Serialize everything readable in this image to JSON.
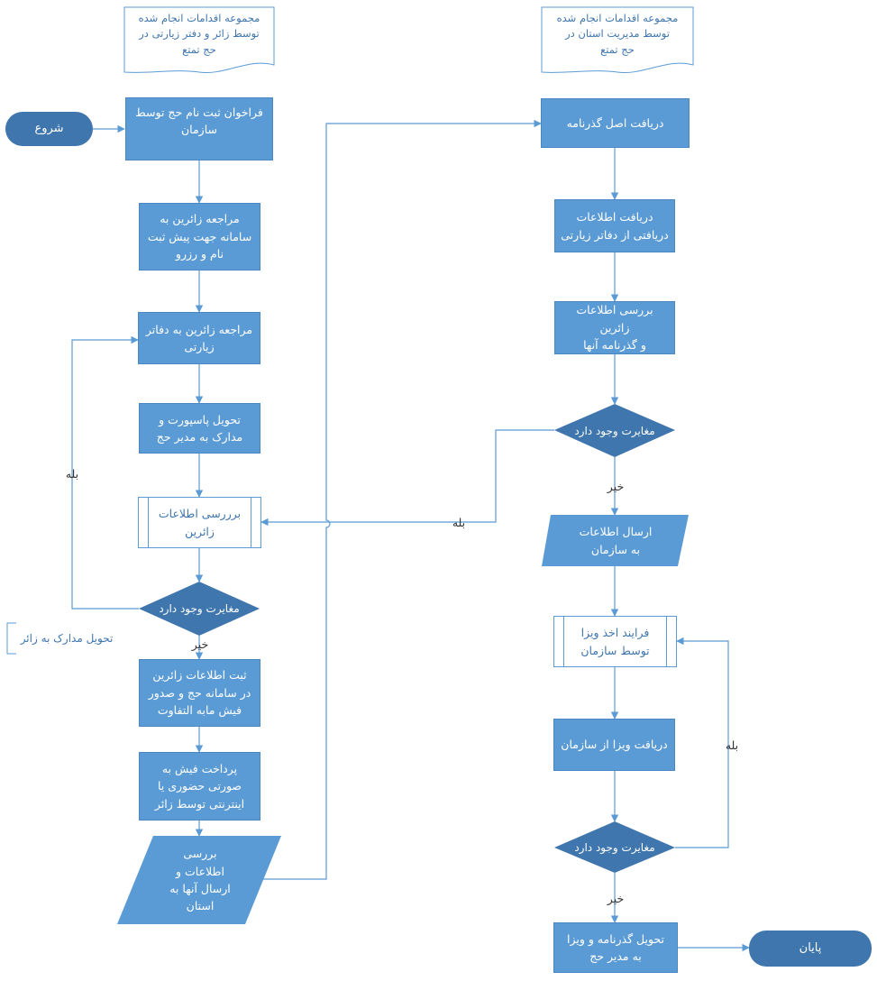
{
  "left_header": "مجموعه اقدامات انجام شده\nتوسط زائر و دفتر زیارتی در\nحج تمتع",
  "right_header": "مجموعه اقدامات انجام شده\nتوسط مدیریت استان در\nحج تمتع",
  "start": "شروع",
  "end": "پایان",
  "left": {
    "n1": "فراخوان ثبت نام حج توسط\nسازمان",
    "n2": "مراجعه زائرین به\nسامانه جهت پیش ثبت\nنام و رزرو",
    "n3": "مراجعه زائرین به دفاتر\nزیارتی",
    "n4": "تحویل پاسپورت و\nمدارک به مدیر حج",
    "n5": "برررسی اطلاعات\nزائرین",
    "d1": "مغایرت وجود دارد",
    "n6": "ثبت اطلاعات زائرین\nدر سامانه حج و صدور\nفیش مابه التفاوت",
    "n7": "پرداخت فیش به\nصورتی حضوری یا\nاینترنتی توسط زائر",
    "p1": "بررسی\nاطلاعات و\nارسال آنها به\nاستان",
    "note": "تحویل مدارک به زائر"
  },
  "right": {
    "r1": "دریافت اصل گذرنامه",
    "r2": "دریافت اطلاعات\nدریافتی از دفاتر زیارتی",
    "r3": "بررسی اطلاعات زائرین\nو گذرنامه آنها",
    "rd1": "مغایرت وجود دارد",
    "rp1": "ارسال اطلاعات\nبه سازمان",
    "r4": "فرایند اخذ ویزا\nتوسط سازمان",
    "r5": "دریافت ویزا از سازمان",
    "rd2": "مغایرت وجود دارد",
    "r6": "تحویل گذرنامه و ویزا\nبه مدیر حج"
  },
  "labels": {
    "yes": "بله",
    "no": "خیر"
  }
}
